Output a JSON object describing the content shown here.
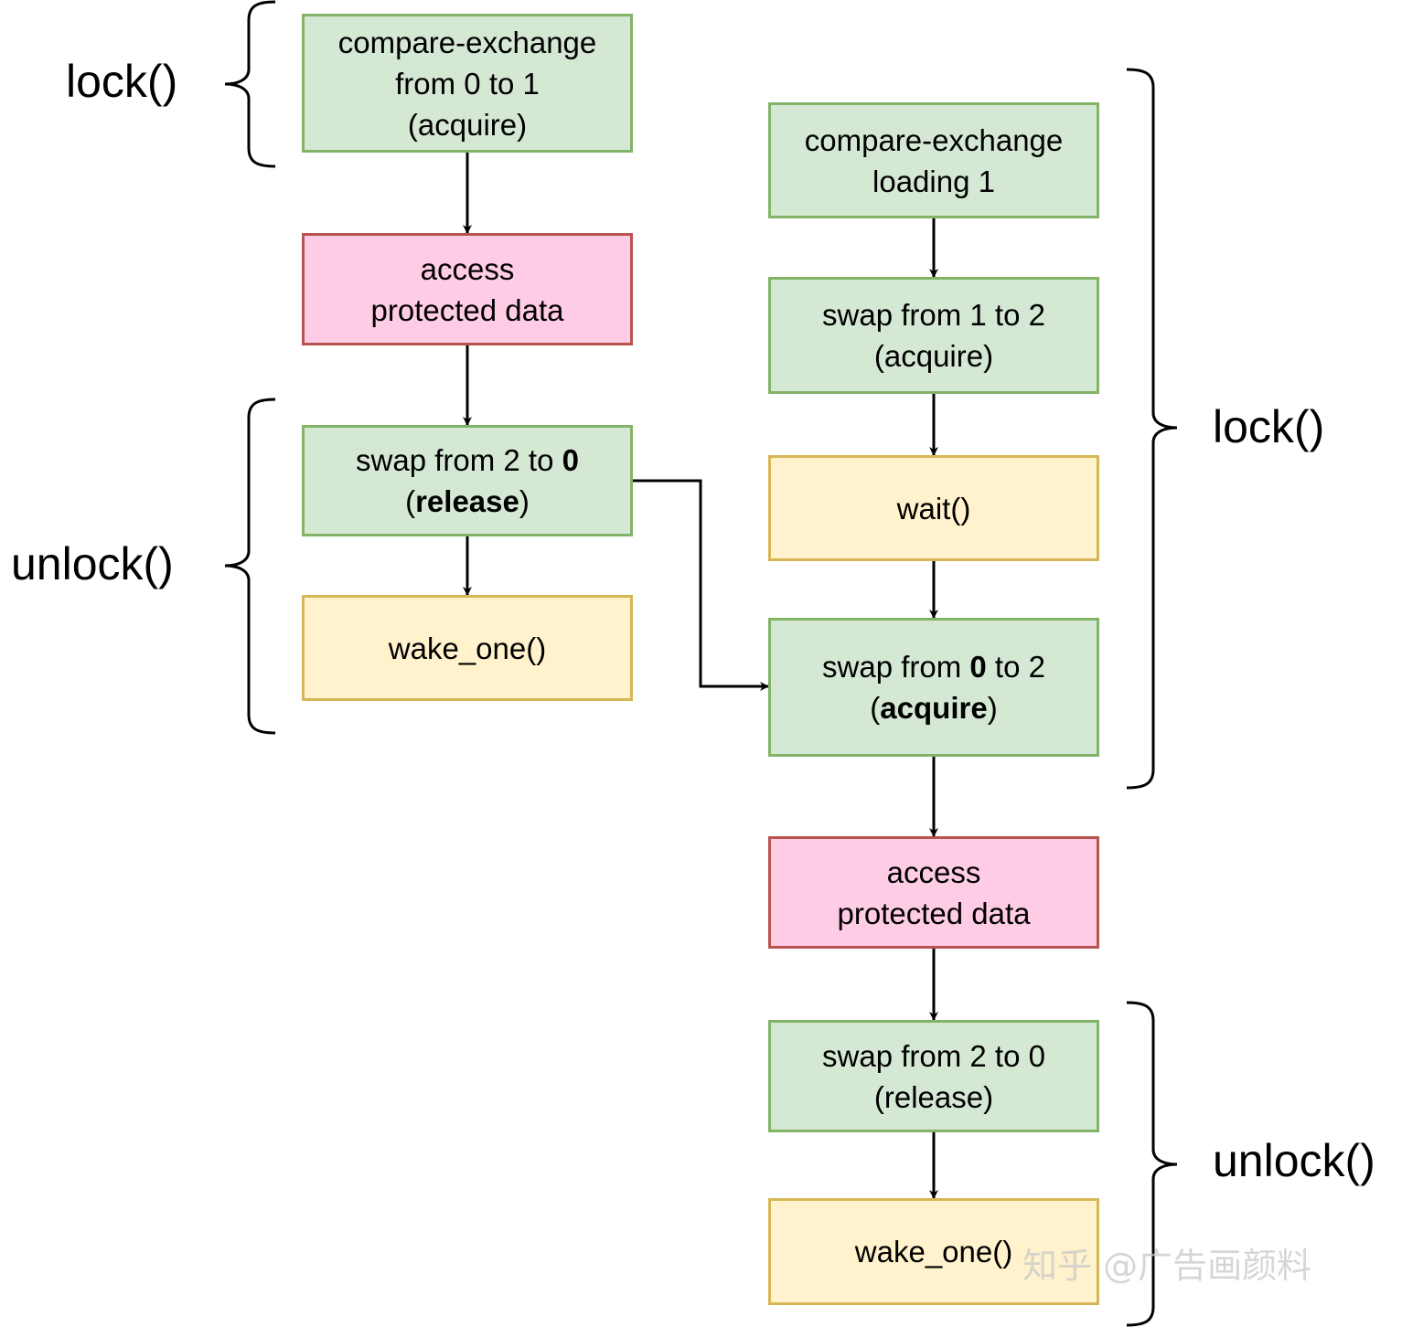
{
  "left_thread": {
    "lock_label": "lock()",
    "unlock_label": "unlock()",
    "steps": [
      {
        "lines": [
          [
            "compare-exchange"
          ],
          [
            "from 0 to 1"
          ],
          [
            "(acquire)"
          ]
        ]
      },
      {
        "lines": [
          [
            "access"
          ],
          [
            "protected data"
          ]
        ]
      },
      {
        "lines": [
          [
            "swap from 2 to ",
            "0"
          ],
          [
            "(",
            "release",
            ")"
          ]
        ]
      },
      {
        "lines": [
          [
            "wake_one()"
          ]
        ]
      }
    ]
  },
  "right_thread": {
    "lock_label": "lock()",
    "unlock_label": "unlock()",
    "steps": [
      {
        "lines": [
          [
            "compare-exchange"
          ],
          [
            "loading 1"
          ]
        ]
      },
      {
        "lines": [
          [
            "swap from 1 to 2"
          ],
          [
            "(acquire)"
          ]
        ]
      },
      {
        "lines": [
          [
            "wait()"
          ]
        ]
      },
      {
        "lines": [
          [
            "swap from ",
            "0",
            " to 2"
          ],
          [
            "(",
            "acquire",
            ")"
          ]
        ]
      },
      {
        "lines": [
          [
            "access"
          ],
          [
            "protected data"
          ]
        ]
      },
      {
        "lines": [
          [
            "swap from 2 to 0"
          ],
          [
            "(release)"
          ]
        ]
      },
      {
        "lines": [
          [
            "wake_one()"
          ]
        ]
      }
    ]
  },
  "watermark": "知乎 @广告画颜料",
  "colors": {
    "green_fill": "#d5e8d4",
    "green_border": "#82b366",
    "pink_fill": "#ffcce6",
    "pink_border": "#b85450",
    "yellow_fill": "#fff2cc",
    "yellow_border": "#d6b656"
  }
}
